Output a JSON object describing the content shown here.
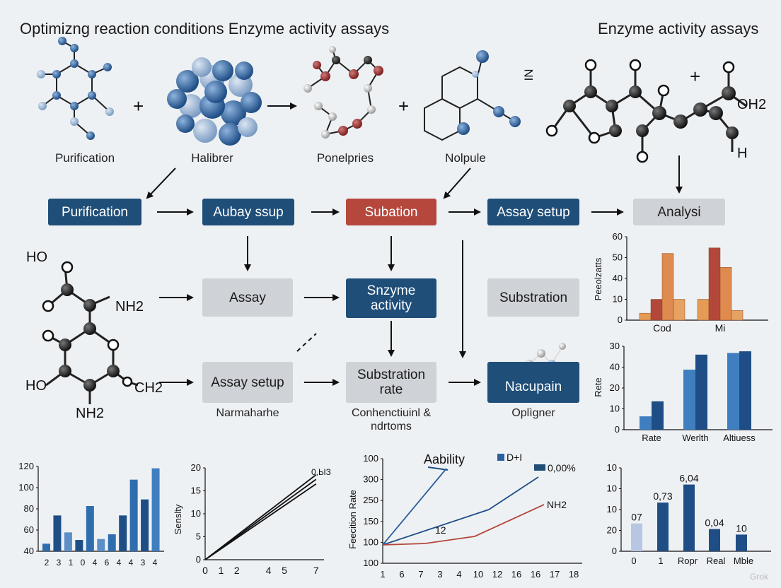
{
  "titles": {
    "left": "Optimizng reaction conditions Enzyme activity assays",
    "right": "Enzyme activity assays"
  },
  "molecules": {
    "m1": "Purification",
    "m2": "Halibrer",
    "m3": "Ponelpries",
    "m4": "Nolpule",
    "ni": "NI",
    "oh2": "OH2",
    "h": "H",
    "ho1": "HO",
    "nh2a": "NH2",
    "ho2": "HO",
    "nh2b": "NH2",
    "ch2": "CH2",
    "plus": "+"
  },
  "flow": {
    "r1": [
      "Purification",
      "Aubay ssup",
      "Subation",
      "Assay setup",
      "Analysi"
    ],
    "assay": "Assay",
    "enzyme": "Snzyme activity",
    "substration": "Substration",
    "assay_setup2": "Assay setup",
    "assay_setup2_caption": "Narmaharhe",
    "sub_rate": "Substration rate",
    "sub_rate_caption": "Conhenctiuinl & ndrtoms",
    "nacupain": "Nacupain",
    "nacupain_caption": "Oplìgner"
  },
  "chart_data": [
    {
      "type": "bar",
      "ylabel": "Peeolzatts",
      "yticks": [
        "60",
        "50",
        "40",
        "10",
        "0"
      ],
      "categories": [
        "Cod",
        "Mi"
      ],
      "series": [
        {
          "values": [
            5,
            15
          ]
        },
        {
          "values": [
            15,
            52
          ]
        },
        {
          "values": [
            48,
            38
          ]
        },
        {
          "values": [
            15,
            7
          ]
        }
      ],
      "colors": [
        "#e59a56",
        "#b3473a",
        "#df8a4e",
        "#e6a262"
      ],
      "ylim": [
        0,
        60
      ]
    },
    {
      "type": "bar",
      "ylabel": "Rete",
      "yticks": [
        "30",
        "40",
        "20",
        "10",
        "0"
      ],
      "categories": [
        "Rate",
        "Werlth",
        "Altiuess"
      ],
      "series": [
        {
          "values": [
            8,
            36,
            46
          ]
        },
        {
          "values": [
            17,
            45,
            47
          ]
        }
      ],
      "colors": [
        "#3f7fc0",
        "#1f4e86"
      ],
      "ylim": [
        0,
        50
      ]
    },
    {
      "type": "bar",
      "yticks": [
        "120",
        "100",
        "80",
        "60",
        "40"
      ],
      "categories": [
        "2",
        "3",
        "1",
        "0",
        "4",
        "6",
        "4",
        "4",
        "3",
        "4"
      ],
      "values": [
        48,
        78,
        60,
        52,
        88,
        53,
        58,
        78,
        116,
        95,
        128
      ],
      "colors": [
        "#2f6eae",
        "#1f4e86",
        "#5b8fc6",
        "#1f4e86",
        "#2f6eae",
        "#5b8fc6",
        "#2f6eae",
        "#1f4e86",
        "#2f6eae",
        "#1f4e86",
        "#3f7fc0"
      ],
      "ylim": [
        40,
        130
      ]
    },
    {
      "type": "line",
      "ylabel": "Senslty",
      "yticks": [
        "20",
        "15",
        "10",
        "5",
        "0"
      ],
      "xticks": [
        "0",
        "1",
        "2",
        "4",
        "5",
        "7"
      ],
      "annotation": "0,ЫЗ",
      "series": [
        {
          "x": [
            0,
            7
          ],
          "y": [
            0,
            18.5
          ]
        },
        {
          "x": [
            0,
            7
          ],
          "y": [
            0,
            17.5
          ]
        },
        {
          "x": [
            0,
            7
          ],
          "y": [
            0,
            16.5
          ]
        }
      ],
      "xlim": [
        0,
        7.5
      ],
      "ylim": [
        0,
        20
      ]
    },
    {
      "type": "line",
      "ylabel": "Feecition Rate",
      "yticks": [
        "100",
        "300",
        "250",
        "150",
        "100",
        "100"
      ],
      "xticks": [
        "1",
        "6",
        "7",
        "3",
        "4",
        "10",
        "12",
        "16",
        "16",
        "17",
        "18"
      ],
      "title": "Aability",
      "legend": [
        "D+I",
        "0,00%"
      ],
      "series_labels": [
        "NH2"
      ],
      "annotations": [
        "12"
      ],
      "colors": [
        "#2b5f9e",
        "#1f4e86",
        "#b3473a"
      ]
    },
    {
      "type": "bar",
      "yticks": [
        "10",
        "10",
        "10",
        "20",
        "0"
      ],
      "categories": [
        "0",
        "1",
        "Ropr",
        "Real",
        "Mble"
      ],
      "values": [
        20,
        35,
        48,
        16,
        12
      ],
      "data_labels": [
        "07",
        "0,73",
        "6,04",
        "0,04",
        "10"
      ],
      "colors": [
        "#b7c7e3",
        "#1f4e86",
        "#1f4e86",
        "#1f4e86",
        "#1f4e86"
      ],
      "ylim": [
        0,
        60
      ]
    }
  ],
  "watermark": "Grok"
}
